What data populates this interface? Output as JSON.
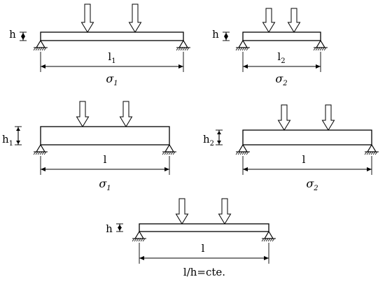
{
  "diagrams": [
    {
      "h_label": "h",
      "h_sub": "",
      "span_label": "l",
      "span_sub": "1",
      "stress_sym": "σ",
      "stress_sub": "1",
      "bottom_text": ""
    },
    {
      "h_label": "h",
      "h_sub": "",
      "span_label": "l",
      "span_sub": "2",
      "stress_sym": "σ",
      "stress_sub": "2",
      "bottom_text": ""
    },
    {
      "h_label": "h",
      "h_sub": "1",
      "span_label": "l",
      "span_sub": "",
      "stress_sym": "σ",
      "stress_sub": "1",
      "bottom_text": ""
    },
    {
      "h_label": "h",
      "h_sub": "2",
      "span_label": "l",
      "span_sub": "",
      "stress_sym": "σ",
      "stress_sub": "2",
      "bottom_text": ""
    },
    {
      "h_label": "h",
      "h_sub": "",
      "span_label": "l",
      "span_sub": "",
      "stress_sym": "",
      "stress_sub": "",
      "bottom_text": "l/h=cte."
    }
  ]
}
